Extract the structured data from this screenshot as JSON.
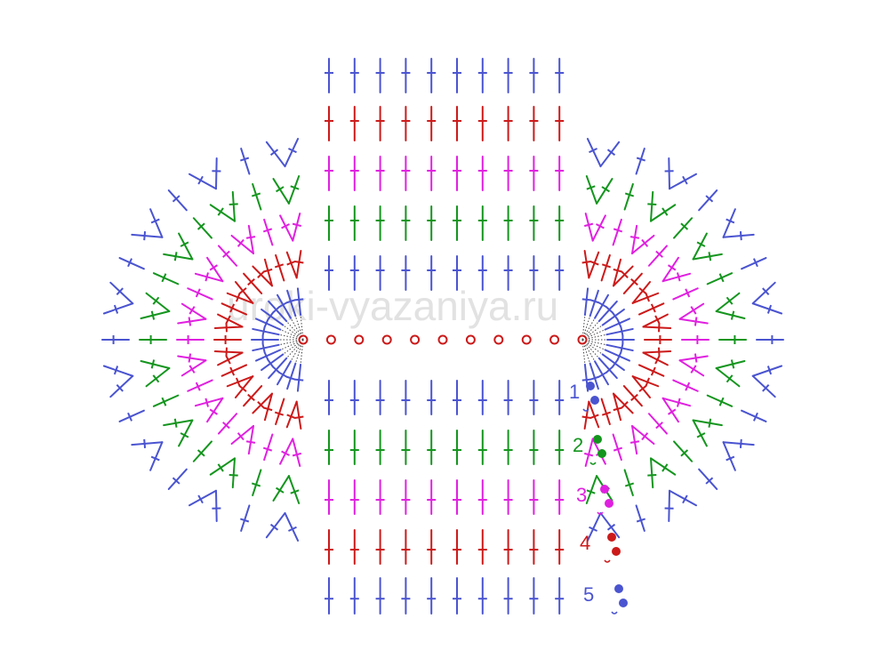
{
  "watermark": "uroki-vyazaniya.ru",
  "colors": {
    "blue": "#4a54d0",
    "red": "#cc1a1a",
    "magenta": "#e020e0",
    "green": "#14951e",
    "chain": "#cc1a1a",
    "connector": "#444444"
  },
  "foundation_chain": {
    "stitch_count": 11,
    "symbol": "chain-ring"
  },
  "rows": [
    {
      "number": "1",
      "color_key": "blue"
    },
    {
      "number": "2",
      "color_key": "green"
    },
    {
      "number": "3",
      "color_key": "magenta"
    },
    {
      "number": "4",
      "color_key": "red"
    },
    {
      "number": "5",
      "color_key": "blue"
    }
  ],
  "top_band_colors": [
    "blue",
    "red",
    "magenta",
    "green",
    "blue"
  ],
  "bottom_band_colors": [
    "blue",
    "green",
    "magenta",
    "red",
    "blue"
  ],
  "column_count": 10
}
